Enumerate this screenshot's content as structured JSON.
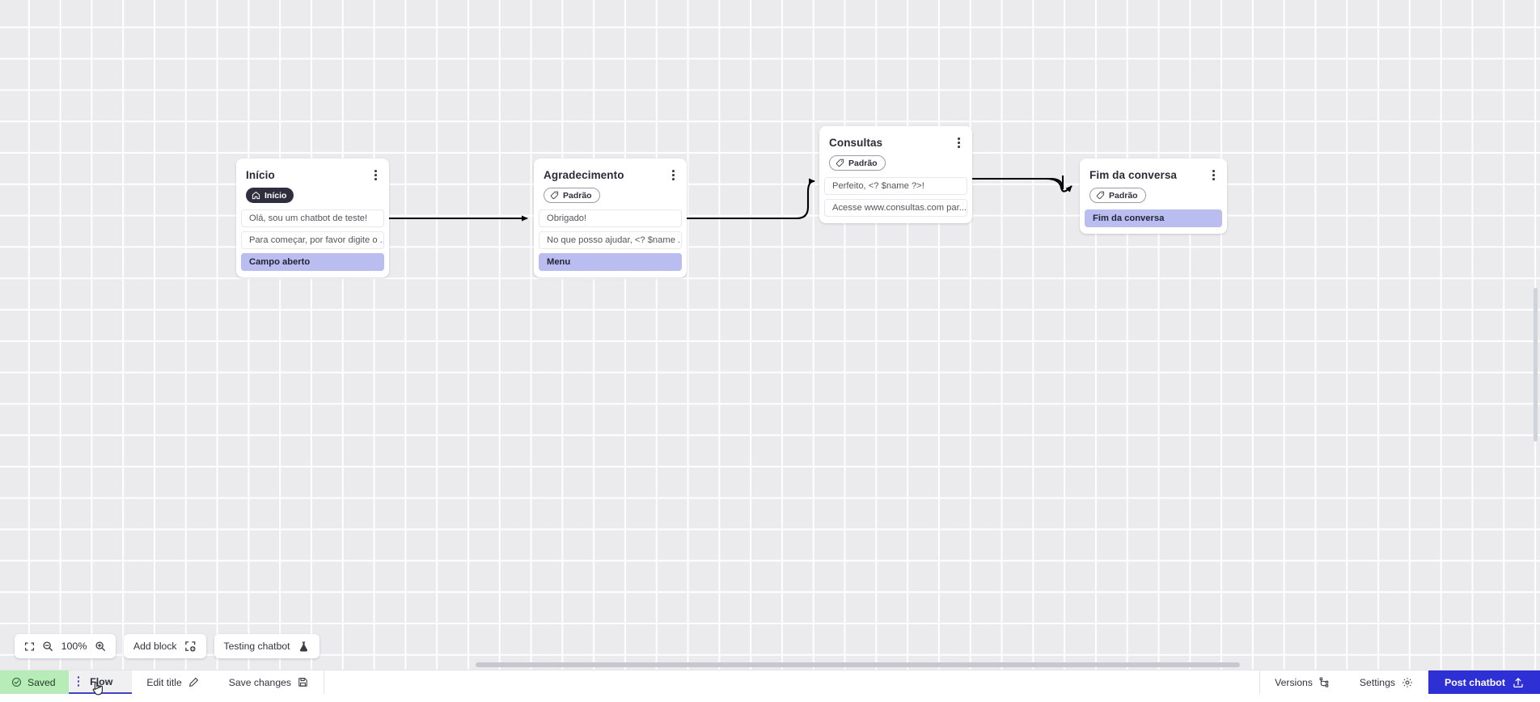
{
  "canvas": {
    "zoom_level": "100%",
    "grid": true
  },
  "nodes": [
    {
      "id": "inicio",
      "title": "Início",
      "badge": {
        "label": "Início",
        "icon": "home-icon",
        "style": "dark"
      },
      "messages": [
        {
          "text": "Olá, sou um chatbot de teste!",
          "accent": false
        },
        {
          "text": "Para começar, por favor digite o ...",
          "accent": false
        },
        {
          "text": "Campo aberto",
          "accent": true
        }
      ]
    },
    {
      "id": "agradecimento",
      "title": "Agradecimento",
      "badge": {
        "label": "Padrão",
        "icon": "tag-icon",
        "style": "outline"
      },
      "messages": [
        {
          "text": "Obrigado!",
          "accent": false
        },
        {
          "text": "No que posso ajudar, <? $name ...",
          "accent": false
        },
        {
          "text": "Menu",
          "accent": true
        }
      ]
    },
    {
      "id": "consultas",
      "title": "Consultas",
      "badge": {
        "label": "Padrão",
        "icon": "tag-icon",
        "style": "outline"
      },
      "messages": [
        {
          "text": "Perfeito, <? $name ?>!",
          "accent": false
        },
        {
          "text": "Acesse www.consultas.com par...",
          "accent": false
        }
      ]
    },
    {
      "id": "fim",
      "title": "Fim da conversa",
      "badge": {
        "label": "Padrão",
        "icon": "tag-icon",
        "style": "outline"
      },
      "messages": [
        {
          "text": "Fim da conversa",
          "accent": true
        }
      ]
    }
  ],
  "toolbar": {
    "fit_icon": "fit-screen-icon",
    "zoom_out_icon": "zoom-out-icon",
    "zoom_in_icon": "zoom-in-icon",
    "zoom_level": "100%",
    "add_block_label": "Add block",
    "add_block_icon": "add-block-icon",
    "testing_label": "Testing chatbot",
    "testing_icon": "flask-icon"
  },
  "bottom_bar": {
    "saved_label": "Saved",
    "saved_icon": "check-circle-icon",
    "flow_tab_label": "Flow",
    "flow_tab_menu_icon": "kebab-icon",
    "edit_title_label": "Edit title",
    "edit_title_icon": "pencil-icon",
    "save_changes_label": "Save changes",
    "save_changes_icon": "floppy-icon",
    "versions_label": "Versions",
    "versions_icon": "branch-icon",
    "settings_label": "Settings",
    "settings_icon": "gear-icon",
    "post_label": "Post chatbot",
    "post_icon": "upload-icon"
  },
  "colors": {
    "canvas_bg": "#ebebed",
    "accent_msg": "#b9bdf0",
    "saved_bg": "#b7ecb8",
    "post_btn": "#2f2fd6",
    "tab_underline": "#4340c4",
    "badge_dark": "#2e2e3e"
  }
}
